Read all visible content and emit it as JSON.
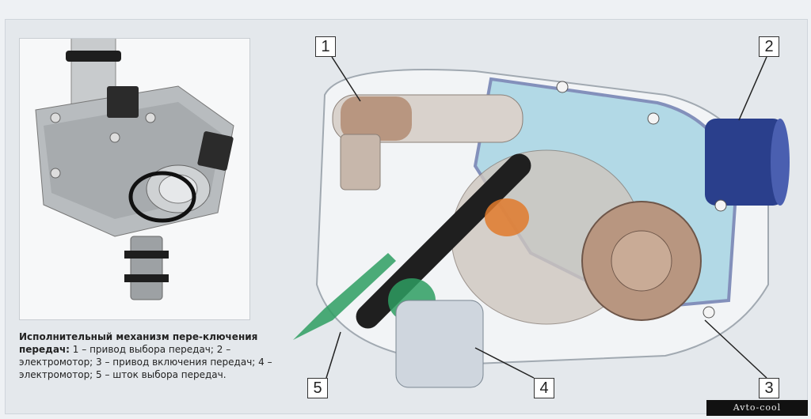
{
  "caption": {
    "title": "Исполнительный механизм пере-ключения передач:",
    "body": " 1 – привод выбора передач; 2 – электромотор; 3 – привод включения передач; 4 – электромотор; 5 – шток выбора передач."
  },
  "callouts": [
    {
      "id": "1"
    },
    {
      "id": "2"
    },
    {
      "id": "3"
    },
    {
      "id": "4"
    },
    {
      "id": "5"
    }
  ],
  "watermark": "Avto-cool",
  "colors": {
    "background": "#e4e8ec",
    "housing_blue": "#7fc3d9",
    "gear_bronze": "#b89680",
    "fork_green": "#2e9e62",
    "motor_navy": "#2a3f8c"
  }
}
